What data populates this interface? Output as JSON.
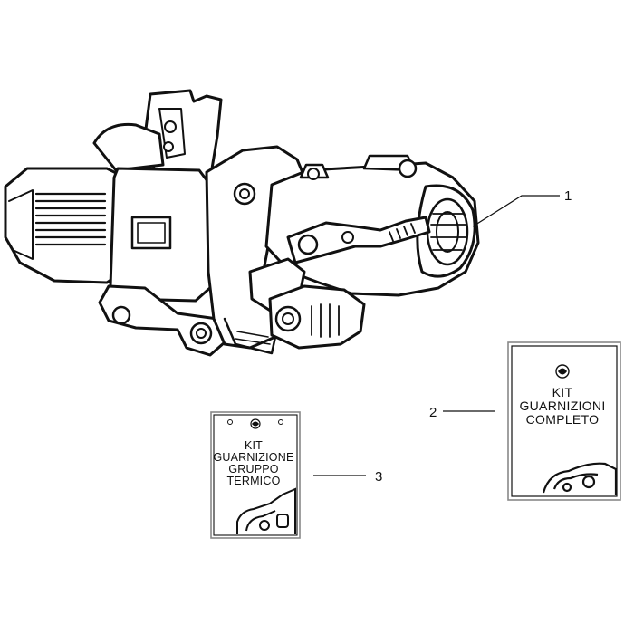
{
  "callouts": {
    "c1": "1",
    "c2": "2",
    "c3": "3"
  },
  "kit_complete": {
    "line1": "KIT",
    "line2": "GUARNIZIONI",
    "line3": "COMPLETO"
  },
  "kit_thermal": {
    "line1": "KIT",
    "line2": "GUARNIZIONE",
    "line3": "GRUPPO",
    "line4": "TERMICO"
  },
  "colors": {
    "ink": "#111111",
    "paper": "#ffffff",
    "frame": "#999999"
  },
  "icons": {
    "brand_logo": "piaggio-logo-icon"
  }
}
